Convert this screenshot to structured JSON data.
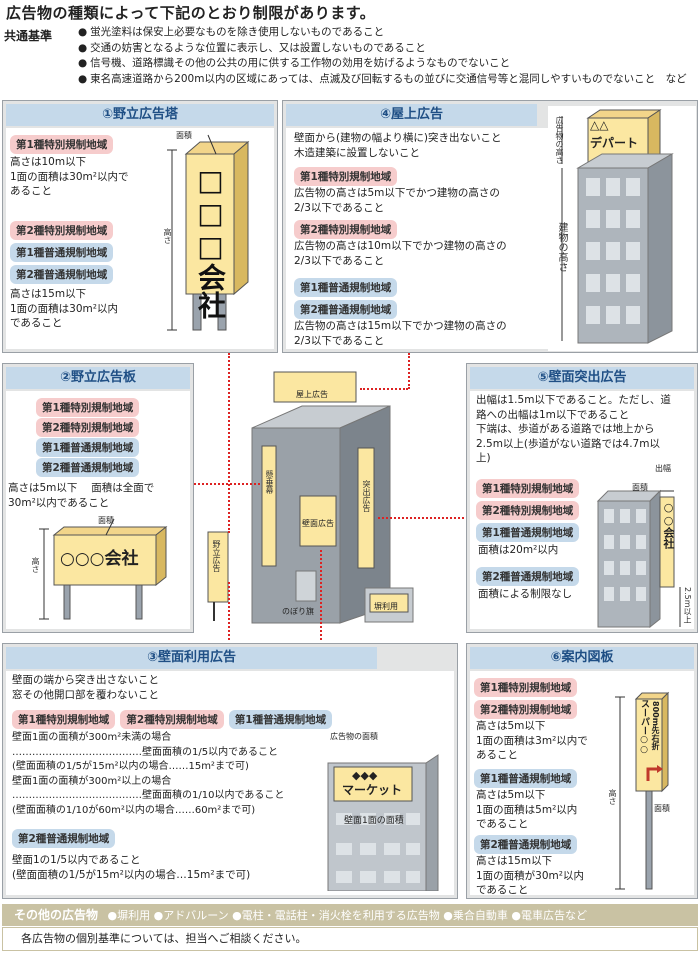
{
  "title": "広告物の種類によって下記のとおり制限があります。",
  "common": {
    "label": "共通基準",
    "items": [
      "蛍光塗料は保安上必要なものを除き使用しないものであること",
      "交通の妨害となるような位置に表示し、又は設置しないものであること",
      "信号機、道路標識その他の公共の用に供する工作物の効用を妨げるようなものでないこと",
      "東名高速道路から200m以内の区域にあっては、点滅及び回転するもの並びに交通信号等と混同しやすいものでないこと　など"
    ]
  },
  "panel1": {
    "title": "①野立広告塔",
    "zone_a": "第1種特別規制地域",
    "text_a": [
      "高さは10m以下",
      "1面の面積は30m²以内で",
      "あること"
    ],
    "zone_b1": "第2種特別規制地域",
    "zone_b2": "第1種普通規制地域",
    "zone_b3": "第2種普通規制地域",
    "text_b": [
      "高さは15m以下",
      "1面の面積は30m²以内",
      "であること"
    ],
    "fig_area": "面積",
    "fig_height": "高さ",
    "fig_sign": "□□□会社"
  },
  "panel2": {
    "title": "②野立広告板",
    "zones": [
      "第1種特別規制地域",
      "第2種特別規制地域",
      "第1種普通規制地域",
      "第2種普通規制地域"
    ],
    "text": [
      "高さは5m以下　 面積は全面で",
      "30m²以内であること"
    ],
    "fig_area": "面積",
    "fig_height": "高さ",
    "fig_sign": "○○○会社"
  },
  "panel3": {
    "title": "③壁面利用広告",
    "intro": [
      "壁面の端から突き出さないこと",
      "窓その他開口部を覆わないこと"
    ],
    "zones": [
      "第1種特別規制地域",
      "第2種特別規制地域",
      "第1種普通規制地域"
    ],
    "text_a": [
      "壁面1面の面積が300m²未満の場合",
      "…………………………………壁面面積の1/5以内であること",
      "(壁面面積の1/5が15m²以内の場合……15m²まで可)",
      "壁面1面の面積が300m²以上の場合",
      "…………………………………壁面面積の1/10以内であること",
      "(壁面面積の1/10が60m²以内の場合……60m²まで可)"
    ],
    "zone_b": "第2種普通規制地域",
    "text_b": [
      "壁面1の1/5以内であること",
      "(壁面面積の1/5が15m²以内の場合…15m²まで可)"
    ],
    "fig_area": "広告物の面積",
    "fig_sign_top": "◆◆◆",
    "fig_sign": "マーケット",
    "fig_wall": "壁面1面の面積"
  },
  "panel4": {
    "title": "④屋上広告",
    "intro": [
      "壁面から(建物の幅より横に)突き出ないこと",
      "木造建築に設置しないこと"
    ],
    "zone_a": "第1種特別規制地域",
    "text_a": [
      "広告物の高さは5m以下でかつ建物の高さの",
      "2/3以下であること"
    ],
    "zone_b": "第2種特別規制地域",
    "text_b": [
      "広告物の高さは10m以下でかつ建物の高さの",
      "2/3以下であること"
    ],
    "zone_c1": "第1種普通規制地域",
    "zone_c2": "第2種普通規制地域",
    "text_c": [
      "広告物の高さは15m以下でかつ建物の高さの",
      "2/3以下であること"
    ],
    "fig_sign_top": "△△",
    "fig_sign": "デパート",
    "fig_sign_height": "広告物の高さ",
    "fig_building_height": "建物の高さ"
  },
  "panel5": {
    "title": "⑤壁面突出広告",
    "intro": [
      "出幅は1.5m以下であること。ただし、道",
      "路への出幅は1m以下であること",
      "下端は、歩道がある道路では地上から",
      "2.5m以上(歩道がない道路では4.7m以",
      "上)"
    ],
    "zones_a": [
      "第1種特別規制地域",
      "第2種特別規制地域",
      "第1種普通規制地域"
    ],
    "text_a": "面積は20m²以内",
    "zone_b": "第2種普通規制地域",
    "text_b": "面積による制限なし",
    "fig_width": "出幅",
    "fig_area": "面積",
    "fig_sign": "○○会社",
    "fig_clearance": "2.5m以上"
  },
  "panel6": {
    "title": "⑥案内図板",
    "zone_a1": "第1種特別規制地域",
    "zone_a2": "第2種特別規制地域",
    "text_a": [
      "高さは5m以下",
      "1面の面積は3m²以内で",
      "あること"
    ],
    "zone_b": "第1種普通規制地域",
    "text_b": [
      "高さは5m以下",
      "1面の面積は5m²以内",
      "であること"
    ],
    "zone_c": "第2種普通規制地域",
    "text_c": [
      "高さは15m以下",
      "1面の面積が30m²以内",
      "であること"
    ],
    "fig_sign": "スーパー○○",
    "fig_sign2": "800m先右折",
    "fig_height": "高さ",
    "fig_area": "面積"
  },
  "center": {
    "rooftop": "屋上広告",
    "wall_use": "壁面広告",
    "wall_left": "懸垂幕",
    "wall_project": "突出広告",
    "standing": "野立広告",
    "banner": "のぼり旗",
    "sidewalk": "塀利用"
  },
  "other": {
    "label": "その他の広告物",
    "items": "●塀利用 ●アドバルーン ●電柱・電話柱・消火栓を利用する広告物 ●乗合自動車 ●電車広告など",
    "note": "各広告物の個別基準については、担当へご相談ください。"
  }
}
